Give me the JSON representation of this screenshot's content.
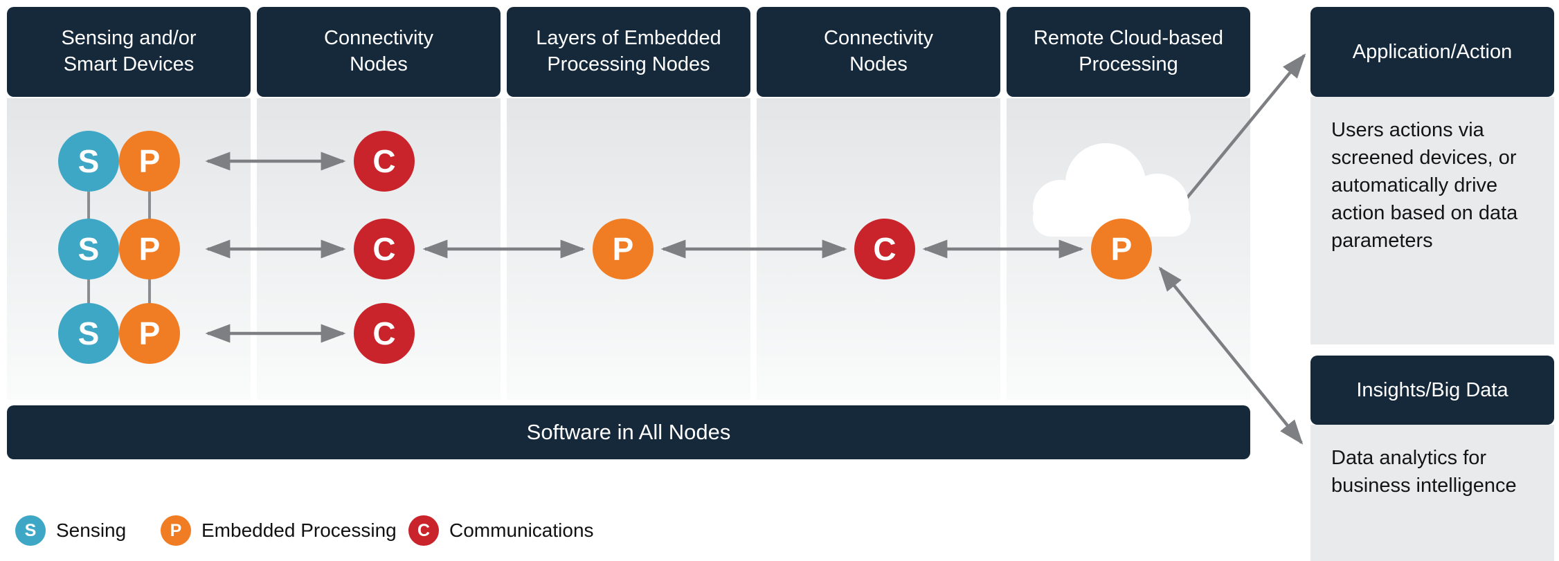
{
  "columns": [
    {
      "title": "Sensing and/or\nSmart Devices"
    },
    {
      "title": "Connectivity\nNodes"
    },
    {
      "title": "Layers of Embedded\nProcessing Nodes"
    },
    {
      "title": "Connectivity\nNodes"
    },
    {
      "title": "Remote Cloud-based\nProcessing"
    }
  ],
  "software_bar": {
    "label": "Software in All Nodes"
  },
  "node_letters": {
    "sensing": "S",
    "processing": "P",
    "communications": "C"
  },
  "legend": {
    "items": [
      {
        "symbol": "S",
        "label": "Sensing"
      },
      {
        "symbol": "P",
        "label": "Embedded Processing"
      },
      {
        "symbol": "C",
        "label": "Communications"
      }
    ]
  },
  "right_panels": {
    "application": {
      "title": "Application/Action",
      "description": "Users actions via screened devices, or automatically drive action based on data parameters"
    },
    "insights": {
      "title": "Insights/Big Data",
      "description": "Data analytics for business intelligence"
    }
  },
  "colors": {
    "header_navy": "#15293b",
    "sensing_teal": "#3fa7c6",
    "processing_orange": "#f07c23",
    "communications_red": "#c9242b",
    "arrow_gray": "#7d7f82",
    "panel_gray": "#e9eaec",
    "cloud_white": "#ffffff"
  }
}
